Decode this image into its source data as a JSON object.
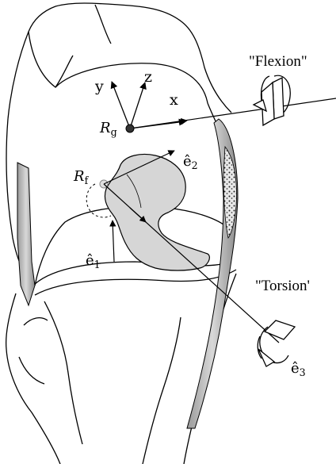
{
  "labels": {
    "flexion": "\"Flexion\"",
    "torsion": "\"Torsion'",
    "axis_x": "x",
    "axis_y": "y",
    "axis_z": "z",
    "rg_main": "R",
    "rg_sub": "g",
    "rf_main": "R",
    "rf_sub": "f",
    "e1": "ê",
    "e1_sub": "1",
    "e2": "ê",
    "e2_sub": "2",
    "e3": "ê",
    "e3_sub": "3"
  },
  "colors": {
    "line": "#000000",
    "bone_shade": "#d6d6d6",
    "cartilage_shade": "#b8b8b8"
  }
}
